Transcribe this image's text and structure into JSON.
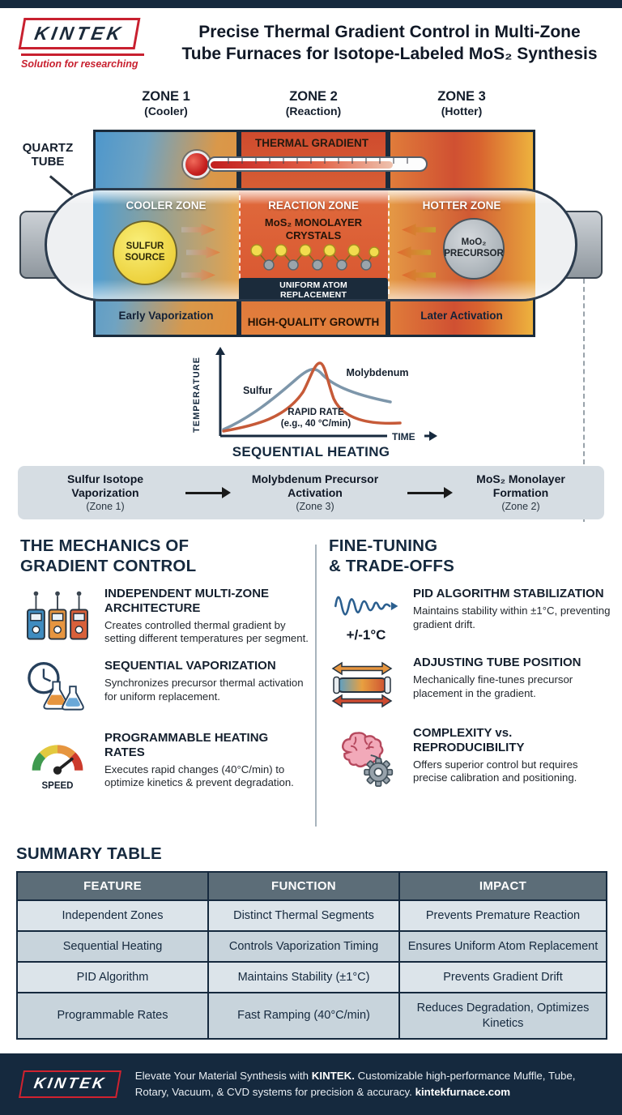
{
  "colors": {
    "navy": "#15293e",
    "red": "#c8202f",
    "zone_cool": "#4e97cc",
    "zone_hot": "#d05032",
    "table_header": "#5c6d78"
  },
  "header": {
    "logo_text": "KINTEK",
    "tagline": "Solution for researching",
    "title_line1": "Precise Thermal Gradient Control in Multi-Zone",
    "title_line2": "Tube Furnaces for Isotope-Labeled MoS₂ Synthesis"
  },
  "diagram": {
    "zones": [
      {
        "name": "ZONE 1",
        "sub": "(Cooler)"
      },
      {
        "name": "ZONE 2",
        "sub": "(Reaction)"
      },
      {
        "name": "ZONE 3",
        "sub": "(Hotter)"
      }
    ],
    "quartz_line1": "QUARTZ",
    "quartz_line2": "TUBE",
    "thermal_gradient": "THERMAL GRADIENT",
    "cooler_zone": "COOLER ZONE",
    "reaction_zone": "REACTION ZONE",
    "hotter_zone": "HOTTER ZONE",
    "sulfur_source": "SULFUR SOURCE",
    "crystals": "MoS₂ MONOLAYER CRYSTALS",
    "uniform": "UNIFORM ATOM REPLACEMENT",
    "precursor": "MoO₂ PRECURSOR",
    "early": "Early Vaporization",
    "growth": "HIGH-QUALITY GROWTH",
    "later": "Later Activation"
  },
  "graph": {
    "y_axis": "TEMPERATURE",
    "x_axis": "TIME",
    "sulfur": "Sulfur",
    "molybdenum": "Molybdenum",
    "rate_line1": "RAPID RATE",
    "rate_line2": "(e.g., 40 °C/min)"
  },
  "sequence": {
    "title": "SEQUENTIAL HEATING",
    "steps": [
      {
        "label": "Sulfur Isotope Vaporization",
        "zone": "(Zone 1)"
      },
      {
        "label": "Molybdenum Precursor Activation",
        "zone": "(Zone 3)"
      },
      {
        "label": "MoS₂ Monolayer Formation",
        "zone": "(Zone 2)"
      }
    ]
  },
  "mechanics": {
    "title_line1": "THE MECHANICS OF",
    "title_line2": "GRADIENT CONTROL",
    "speed_label": "SPEED",
    "items": [
      {
        "heading": "INDEPENDENT MULTI-ZONE ARCHITECTURE",
        "body": "Creates controlled thermal gradient by setting different temperatures per segment."
      },
      {
        "heading": "SEQUENTIAL VAPORIZATION",
        "body": "Synchronizes precursor thermal activation for uniform replacement."
      },
      {
        "heading": "PROGRAMMABLE HEATING RATES",
        "body": "Executes rapid changes (40°C/min) to optimize kinetics & prevent degradation."
      }
    ]
  },
  "finetuning": {
    "title_line1": "FINE-TUNING",
    "title_line2": "& TRADE-OFFS",
    "pid_value": "+/-1°C",
    "items": [
      {
        "heading": "PID ALGORITHM STABILIZATION",
        "body": "Maintains stability within ±1°C, preventing gradient drift."
      },
      {
        "heading": "ADJUSTING TUBE POSITION",
        "body": "Mechanically fine-tunes precursor placement in the gradient."
      },
      {
        "heading": "COMPLEXITY vs. REPRODUCIBILITY",
        "body": "Offers superior control but requires precise calibration and positioning."
      }
    ]
  },
  "table": {
    "title": "SUMMARY TABLE",
    "headers": [
      "FEATURE",
      "FUNCTION",
      "IMPACT"
    ],
    "rows": [
      [
        "Independent Zones",
        "Distinct Thermal Segments",
        "Prevents Premature Reaction"
      ],
      [
        "Sequential Heating",
        "Controls Vaporization Timing",
        "Ensures Uniform Atom Replacement"
      ],
      [
        "PID Algorithm",
        "Maintains Stability (±1°C)",
        "Prevents Gradient Drift"
      ],
      [
        "Programmable Rates",
        "Fast Ramping (40°C/min)",
        "Reduces Degradation, Optimizes Kinetics"
      ]
    ]
  },
  "footer": {
    "logo_text": "KINTEK",
    "seg1": "Elevate Your Material Synthesis with ",
    "seg2": "KINTEK.",
    "seg3": " Customizable high-performance Muffle, Tube, Rotary, Vacuum, & CVD systems for precision & accuracy. ",
    "seg4": "kintekfurnace.com"
  }
}
